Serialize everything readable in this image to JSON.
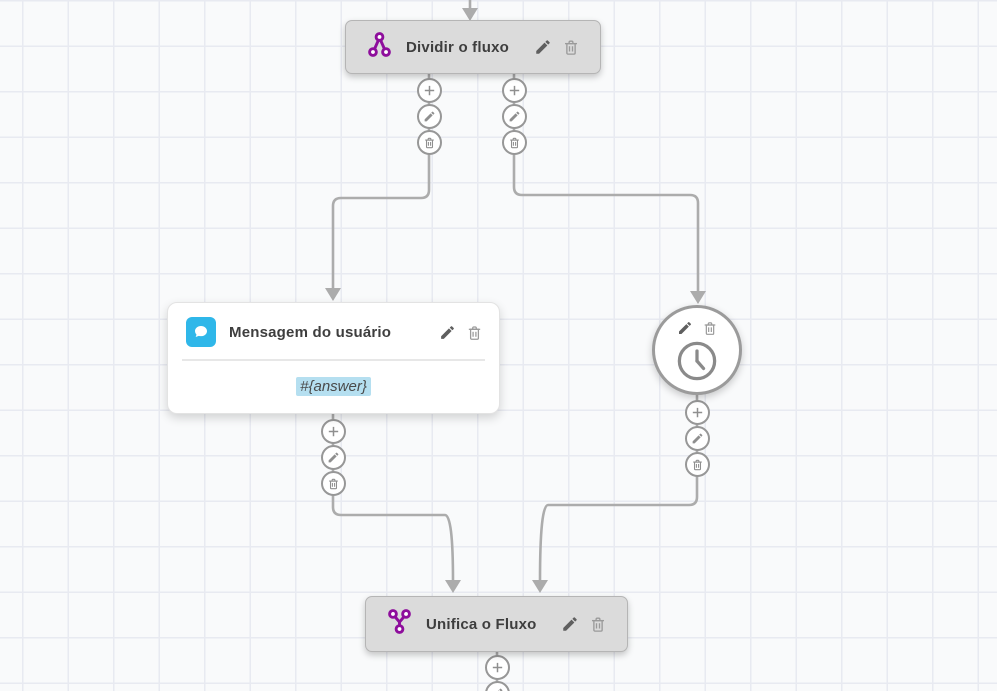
{
  "app": {
    "type": "chatbot-flow-builder-canvas"
  },
  "colors": {
    "accent_purple": "#8E0E9C",
    "accent_blue": "#2FB7E9",
    "highlight_blue": "#B5DFF0",
    "node_gray": "#DBDBDB",
    "connector_gray": "#ACACAC",
    "canvas_bg": "#F9FAFB",
    "grid_line": "#E8EAF1"
  },
  "nodes": {
    "dividir": {
      "label": "Dividir o fluxo",
      "icon": "split-flow-icon"
    },
    "mensagem": {
      "label": "Mensagem do usuário",
      "icon": "chat-bubble-icon",
      "body_text": "#{answer}"
    },
    "timer": {
      "icon": "clock-icon"
    },
    "unifica": {
      "label": "Unifica o Fluxo",
      "icon": "merge-flow-icon"
    }
  },
  "node_actions": {
    "edit_icon": "pencil-icon",
    "delete_icon": "trash-icon"
  },
  "connector_actions": {
    "add_icon": "plus-icon",
    "edit_icon": "pencil-icon",
    "delete_icon": "trash-icon"
  }
}
